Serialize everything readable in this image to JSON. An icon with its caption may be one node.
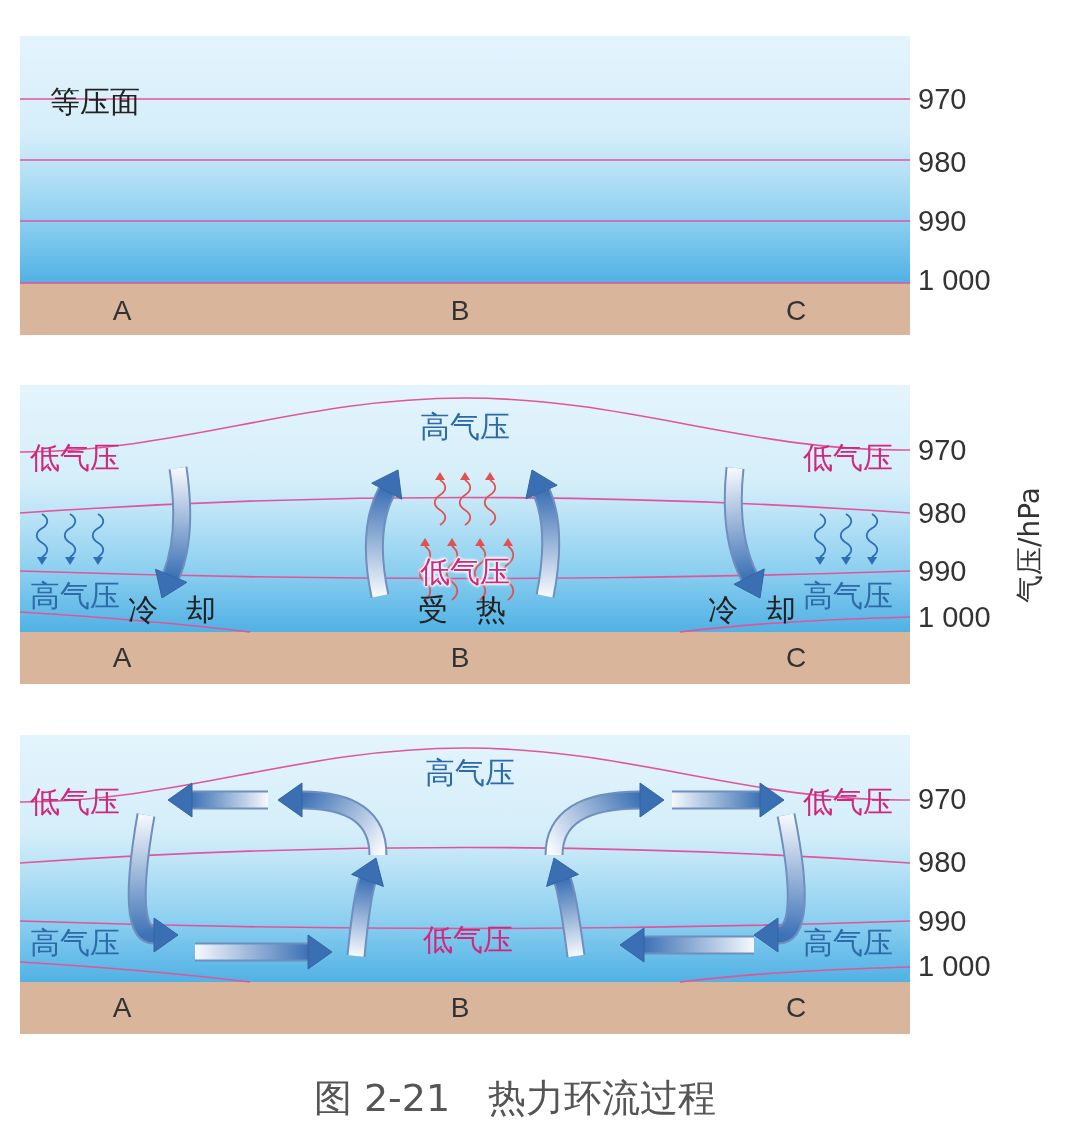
{
  "diagram": {
    "caption": "图 2-21　热力环流过程",
    "labels": [
      "等压面",
      "970",
      "980",
      "990",
      "1 000",
      "A",
      "B",
      "C",
      "高气压",
      "低气压",
      "低气压",
      "970",
      "980",
      "气压/hPa",
      "低气压",
      "990",
      "高气压",
      "冷 却",
      "受 热",
      "冷 却",
      "高气压",
      "1 000",
      "A",
      "B",
      "C",
      "高气压",
      "低气压",
      "低气压",
      "970",
      "980",
      "990",
      "高气压",
      "低气压",
      "高气压",
      "1 000",
      "A",
      "B",
      "C"
    ]
  }
}
